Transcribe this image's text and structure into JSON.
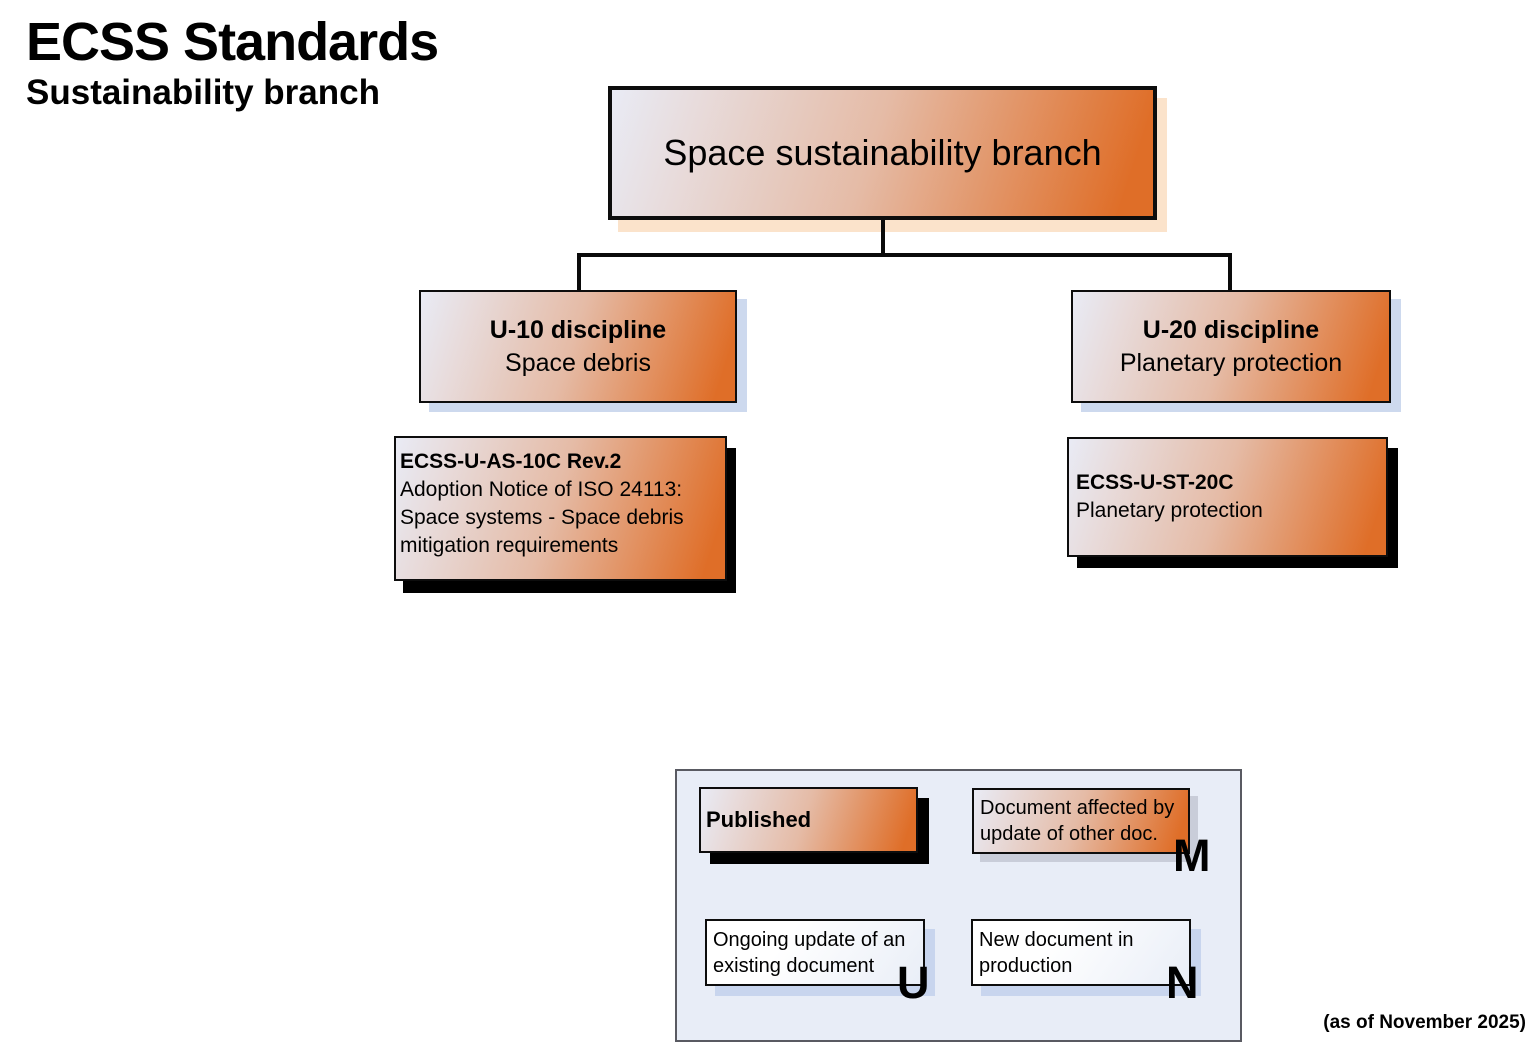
{
  "header": {
    "title": "ECSS Standards",
    "subtitle": "Sustainability branch"
  },
  "tree": {
    "root": {
      "label": "Space sustainability branch"
    },
    "disciplines": [
      {
        "title": "U-10 discipline",
        "subtitle": "Space debris",
        "document": {
          "code": "ECSS-U-AS-10C Rev.2",
          "line1": "Adoption Notice of ISO 24113:",
          "line2": "Space systems - Space debris",
          "line3": "mitigation requirements",
          "status": "Published"
        }
      },
      {
        "title": "U-20 discipline",
        "subtitle": "Planetary protection",
        "document": {
          "code": "ECSS-U-ST-20C",
          "line1": "Planetary protection",
          "status": "Published"
        }
      }
    ]
  },
  "legend": {
    "items": [
      {
        "label": "Published",
        "style": "published"
      },
      {
        "line1": "Document affected by",
        "line2": "update of other doc.",
        "marker": "M",
        "style": "affected"
      },
      {
        "line1": "Ongoing update of an",
        "line2": "existing document",
        "marker": "U",
        "style": "ongoing"
      },
      {
        "line1": "New document in",
        "line2": "production",
        "marker": "N",
        "style": "new"
      }
    ]
  },
  "footnote": "(as of November 2025)",
  "colors": {
    "accent_orange": "#e0702a",
    "gradient_light": "#e9ebf5",
    "legend_background": "#e8edf7",
    "shadow_peach": "#fbe3cb",
    "shadow_blue": "#cdd9ee",
    "shadow_black": "#000000"
  }
}
